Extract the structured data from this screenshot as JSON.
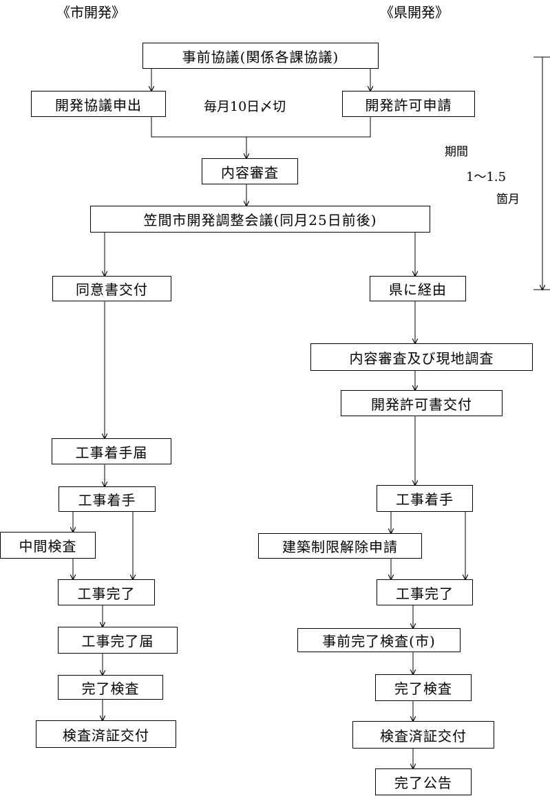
{
  "headers": {
    "city": "《市開発》",
    "prefecture": "《県開発》"
  },
  "boxes": {
    "pre_consult": "事前協議(関係各課協議)",
    "dev_consult_apply": "開発協議申出",
    "dev_permit_apply": "開発許可申請",
    "content_review": "内容審査",
    "coord_meeting": "笠間市開発調整会議(同月25日前後)",
    "consent_issue": "同意書交付",
    "via_pref": "県に経由",
    "review_site_survey": "内容審査及び現地調査",
    "permit_issue": "開発許可書交付",
    "start_notice": "工事着手届",
    "city_work_start": "工事着手",
    "mid_inspection": "中間検査",
    "city_work_done": "工事完了",
    "done_notice": "工事完了届",
    "city_final_inspection": "完了検査",
    "city_cert_issue": "検査済証交付",
    "pref_work_start": "工事着手",
    "build_restrict_release": "建築制限解除申請",
    "pref_work_done": "工事完了",
    "pre_final_inspection": "事前完了検査(市)",
    "pref_final_inspection": "完了検査",
    "pref_cert_issue": "検査済証交付",
    "completion_notice": "完了公告"
  },
  "labels": {
    "deadline": "毎月10日〆切",
    "period_title": "期間",
    "period_value": "1～1.5",
    "period_unit": "箇月"
  }
}
